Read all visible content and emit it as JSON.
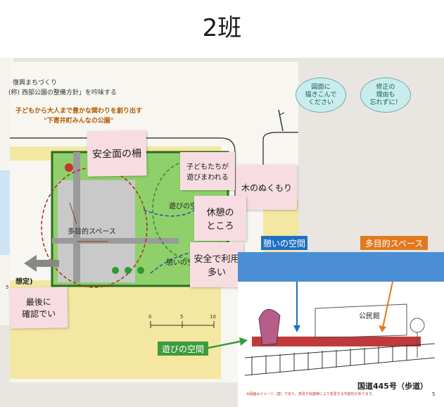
{
  "slide_title": "2班",
  "plan_sheet": {
    "header_line1": "復興まちづくり",
    "header_line2": "(称) 西部公園の整備方針」を吟味する",
    "slogan_line1": "子どもから大人まで豊かな関わりを創り出す",
    "slogan_line2": "\"下寄井町みんなの公園\"",
    "zone_multi": "多目的スペース",
    "zone_play": "遊びの空間",
    "zone_rest": "憩いの空間",
    "left_arrow_label": "想定)",
    "scale_labels": [
      "0",
      "5",
      "10"
    ],
    "page_number_left": "5"
  },
  "bubbles": [
    {
      "text": "図面に\n描きこんで\nください"
    },
    {
      "text": "修正の\n理由も\n忘れずに！"
    }
  ],
  "sticky_notes": [
    {
      "text": "安全面の柵"
    },
    {
      "text": "子どもたちが\n遊びまわれる"
    },
    {
      "text": "木のぬくもり"
    },
    {
      "text": "休憩の\nところ"
    },
    {
      "text": "安全で利用\n多い"
    },
    {
      "text": "最後に\n確認でい"
    }
  ],
  "perspective": {
    "label_rest": "憩いの空間",
    "label_multi": "多目的スペース",
    "label_play": "遊びの空間",
    "building_label": "公民館",
    "road_label": "国道445号（歩道）",
    "disclaimer": "※図面はイメージ（案）であり、意見や協議等により変更する可能性があります。",
    "page_number": "5"
  },
  "colors": {
    "rest_label": "#1f6fc4",
    "multi_label": "#e07a1f",
    "play_label": "#3e9a3a",
    "sticky": "#f7dde1",
    "grass": "#8fd06b",
    "pavement": "#c9c9c9"
  }
}
